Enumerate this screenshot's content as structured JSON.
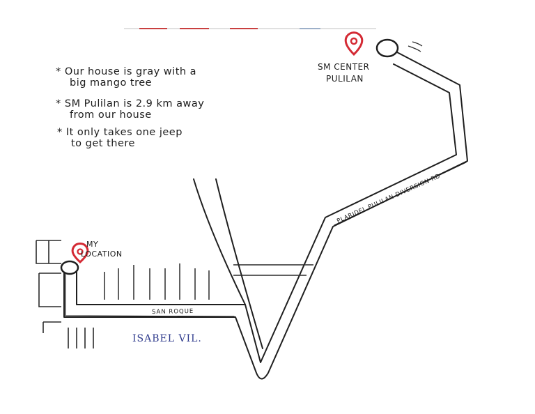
{
  "notes": [
    {
      "line1": "* Our house is gray with a",
      "line2": "big mango tree"
    },
    {
      "line1": "* SM Pulilan is 2.9 km away",
      "line2": "from our house"
    },
    {
      "line1": "* It only takes one jeep",
      "line2": "to get there"
    }
  ],
  "places": {
    "destination_line1": "SM CENTER",
    "destination_line2": "PULILAN",
    "origin_line1": "MY",
    "origin_line2": "LOCATION",
    "subdivision": "ISABEL VIL."
  },
  "roads": {
    "local_road": "SAN ROQUE",
    "main_road": "PLARIDEL PULILAN DIVERSION RD"
  },
  "colors": {
    "pin": "#d42a34",
    "ink": "#1c1c1c",
    "subdivision_ink": "#2e3a8c"
  },
  "icons": [
    "location-pin-icon",
    "location-pin-icon"
  ]
}
